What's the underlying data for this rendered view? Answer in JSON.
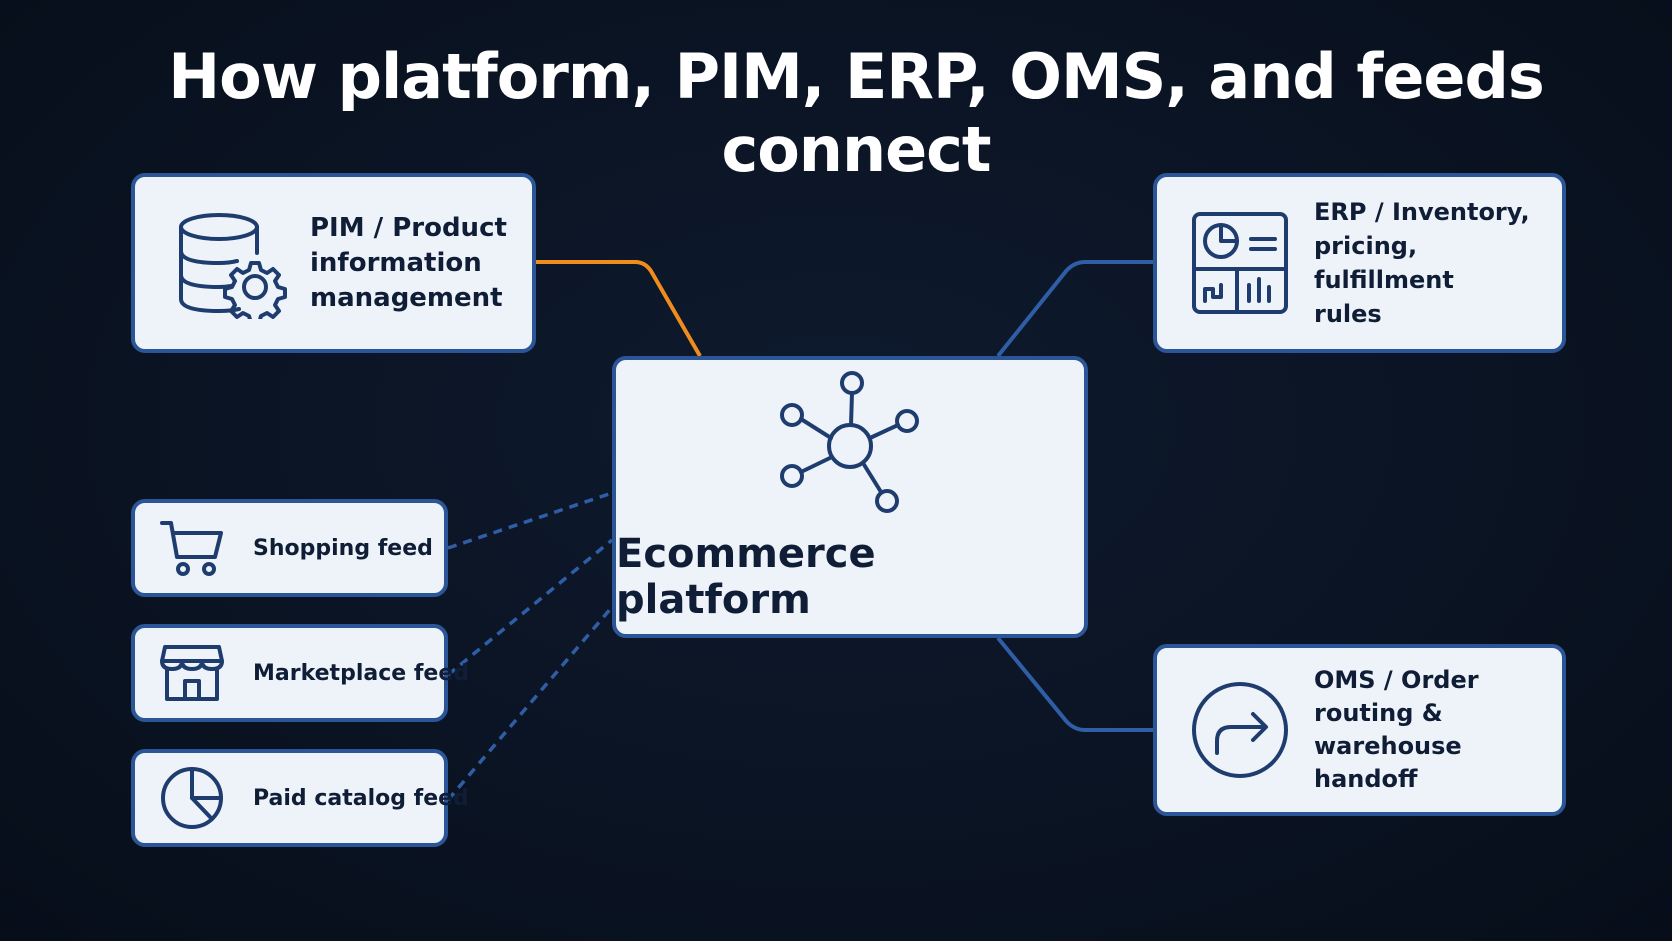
{
  "title": "How platform, PIM, ERP, OMS, and feeds connect",
  "colors": {
    "background": "#0a1322",
    "card_fill": "#eef2f9",
    "card_border": "#2a5596",
    "connector_blue": "#2f5ea6",
    "connector_orange": "#f08c1e",
    "text_dark": "#0f1e36"
  },
  "nodes": {
    "platform": {
      "label": "Ecommerce platform",
      "icon": "network-hub-icon"
    },
    "pim": {
      "label_lines": [
        "PIM / Product",
        "information",
        "management"
      ],
      "icon": "database-gear-icon"
    },
    "erp": {
      "label_lines": [
        "ERP / Inventory,",
        "pricing, fulfillment",
        "rules"
      ],
      "icon": "dashboard-icon"
    },
    "oms": {
      "label_lines": [
        "OMS / Order",
        "routing &",
        "warehouse handoff"
      ],
      "icon": "circle-arrow-right-icon"
    },
    "shopping_feed": {
      "label": "Shopping feed",
      "icon": "shopping-cart-icon"
    },
    "marketplace_feed": {
      "label": "Marketplace feed",
      "icon": "storefront-icon"
    },
    "paid_catalog_feed": {
      "label": "Paid catalog feed",
      "icon": "pie-chart-icon"
    }
  },
  "connections": [
    {
      "from": "pim",
      "to": "platform",
      "style": "solid",
      "color": "orange"
    },
    {
      "from": "erp",
      "to": "platform",
      "style": "solid",
      "color": "blue"
    },
    {
      "from": "oms",
      "to": "platform",
      "style": "solid",
      "color": "blue"
    },
    {
      "from": "shopping_feed",
      "to": "platform",
      "style": "dashed",
      "color": "blue"
    },
    {
      "from": "marketplace_feed",
      "to": "platform",
      "style": "dashed",
      "color": "blue"
    },
    {
      "from": "paid_catalog_feed",
      "to": "platform",
      "style": "dashed",
      "color": "blue"
    }
  ]
}
